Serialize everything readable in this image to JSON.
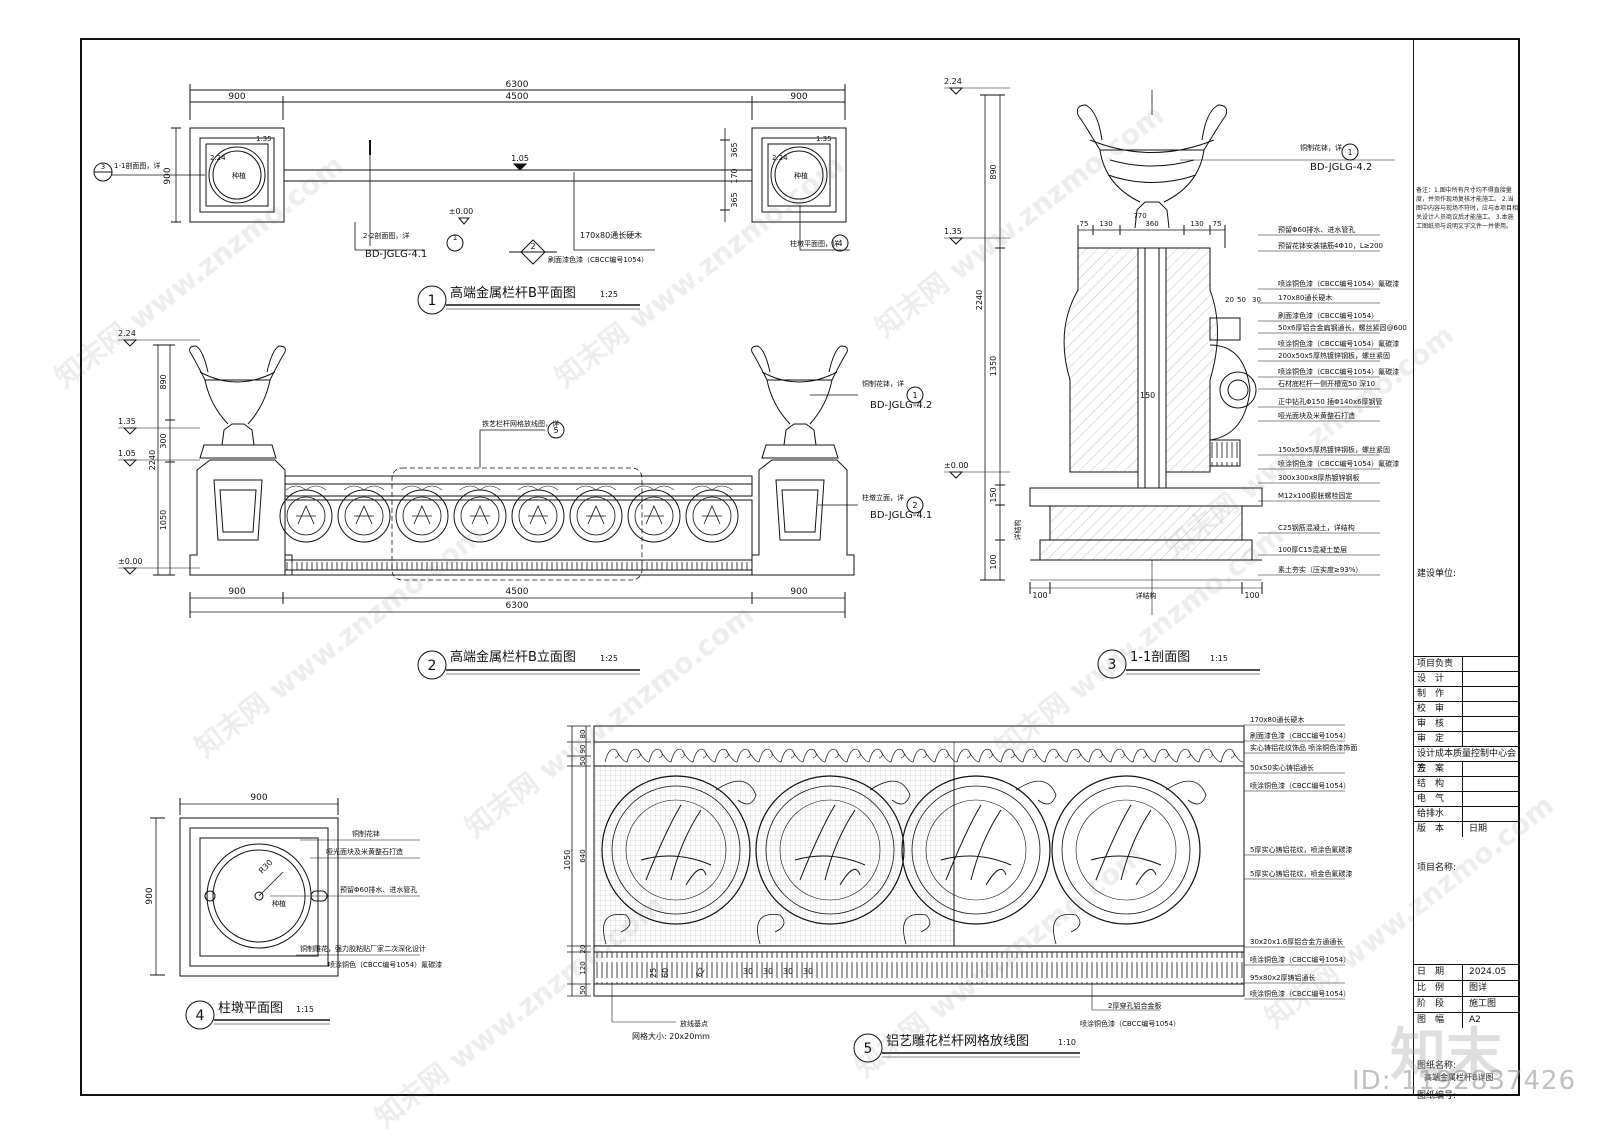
{
  "drawing": {
    "views": {
      "plan": {
        "number": "1",
        "title": "高端金属栏杆B平面图",
        "scale": "1:25"
      },
      "elevation": {
        "number": "2",
        "title": "高端金属栏杆B立面图",
        "scale": "1:25"
      },
      "section": {
        "number": "3",
        "title": "1-1剖面图",
        "scale": "1:15"
      },
      "pier_plan": {
        "number": "4",
        "title": "柱墩平面图",
        "scale": "1:15"
      },
      "grid": {
        "number": "5",
        "title": "铝艺雕花栏杆网格放线图",
        "scale": "1:10"
      }
    },
    "plan_dims": {
      "total": "6300",
      "left": "900",
      "mid": "4500",
      "right": "900",
      "depth": "900",
      "r365a": "365",
      "r170": "170",
      "r365b": "365",
      "level_top": "1.05",
      "level_zero": "±0.00",
      "rail_note": "170x80通长硬木",
      "paint_note": "刷面漆色漆（CBCC编号1054）",
      "ref_sec": "1-1剖面图，详",
      "ref_sec_num": "3",
      "ref_22": "2-2剖面图，详",
      "ref_22_num": "1",
      "ref_22_code": "BD-JGLG-4.1",
      "ref_tri": "2",
      "ref_pier": "柱墩平面图，详",
      "ref_pier_num": "4",
      "r35": "1.35",
      "r224": "2.24",
      "plant": "种植"
    },
    "elev_dims": {
      "h224": "2.24",
      "h135": "1.35",
      "h105": "1.05",
      "h000": "±0.00",
      "d890": "890",
      "d300": "300",
      "d2240": "2240",
      "d1050": "1050",
      "w900l": "900",
      "w4500": "4500",
      "w900r": "900",
      "w6300": "6300",
      "urn_ref": "铜制花钵，详",
      "urn_num": "1",
      "urn_code": "BD-JGLG-4.2",
      "grid_ref": "铁艺栏杆网格放线图，详",
      "grid_num": "5",
      "pier_ref": "柱墩立面，详",
      "pier_num": "2",
      "pier_code": "BD-JGLG-4.1"
    },
    "section_dims": {
      "h224": "2.24",
      "h135": "1.35",
      "h000": "±0.00",
      "d890": "890",
      "d2240": "2240",
      "d1350": "1350",
      "d150": "150",
      "d100": "100",
      "w75": "75",
      "w130a": "130",
      "w360": "360",
      "w130b": "130",
      "w75b": "75",
      "w770": "770",
      "b100l": "100",
      "b100r": "100",
      "b_detail": "详结构",
      "rod150": "150",
      "urn_ref": "铜制花钵，详",
      "urn_num": "1",
      "urn_code": "BD-JGLG-4.2",
      "mid20": "20",
      "mid50": "50",
      "mid30": "30",
      "side_label": "详结构",
      "notes": [
        "预留Φ60排水、进水管孔",
        "预留花钵安装锚筋4Φ10，L≥200",
        "喷涂铜色漆（CBCC编号1054）氟碳漆",
        "170x80通长硬木",
        "刷面漆色漆（CBCC编号1054）",
        "50x6厚铝合金扁钢通长，螺丝紧固@600",
        "喷涂铜色漆（CBCC编号1054）氟碳漆",
        "200x50x5厚热镀锌钢板，螺丝紧固",
        "喷涂铜色漆（CBCC编号1054）氟碳漆",
        "石材底栏杆一侧开槽宽50 深10",
        "正中钻孔Φ150  插Φ140x6厚钢管",
        "哑光面块及米黄整石打造",
        "150x50x5厚热镀锌钢板，螺丝紧固",
        "喷涂铜色漆（CBCC编号1054）氟碳漆",
        "300x300x8厚热镀锌钢板",
        "M12x100膨胀螺栓固定",
        "C25钢筋混凝土，详结构",
        "100厚C15混凝土垫层",
        "素土夯实（压实度≥93%）"
      ]
    },
    "pier_dims": {
      "w900": "900",
      "h900": "900",
      "r30": "R30",
      "plant": "种植",
      "notes": [
        "铜制花钵",
        "哑光面块及米黄整石打造",
        "预留Φ60排水、进水管孔",
        "铜制雕花，强力胶粘贴厂家二次深化设计",
        "喷涂铜色（CBCC编号1054）氟碳漆"
      ]
    },
    "grid_dims": {
      "left": [
        "80",
        "90",
        "50",
        "640",
        "20",
        "120",
        "50"
      ],
      "total": "1050",
      "bottom_small": [
        "30",
        "30",
        "30",
        "30"
      ],
      "label_25": "25",
      "label_60": "60",
      "label_62": "62",
      "fangxian": "放线基点",
      "mesh": "网格大小: 20x20mm",
      "bottom_note1": "2厚穿孔铝合金板",
      "bottom_note2": "喷涂铜色漆（CBCC编号1054）",
      "notes": [
        "170x80通长硬木",
        "刷面漆色漆（CBCC编号1054）",
        "实心铸铝花纹饰品 喷涂铜色漆饰面",
        "50x50实心铸铝通长",
        "喷涂铜色漆（CBCC编号1054）",
        "5厚实心铸铝花纹，喷涂色氟碳漆",
        "5厚实心铸铝花纹，喷金色氟碳漆",
        "30x20x1.6厚铝合金方通通长",
        "喷涂铜色漆（CBCC编号1054）",
        "95x80x2厚铸铝通长",
        "喷涂铜色漆（CBCC编号1054）"
      ]
    }
  },
  "title_block": {
    "notes": "备注：1.图中所有尺寸均不得直接量度，并须作现场复核才能施工。 2.当图中内容与现场不符时，应与本项目相关设计人员商议后才能施工。 3.本施工图纸须与说明文字文件一并使用。",
    "client_label": "建设单位:",
    "rows": [
      "项目负责",
      "设　计",
      "制　作",
      "校　审",
      "审　核",
      "审　定"
    ],
    "cost_label": "设计成本质量控制中心会签",
    "rows2": [
      "方　案",
      "结　构",
      "电　气",
      "给排水"
    ],
    "version_label": "版　本",
    "date_label": "日期",
    "project_label": "项目名称:",
    "info": [
      {
        "k": "日　期",
        "v": "2024.05"
      },
      {
        "k": "比　例",
        "v": "图详"
      },
      {
        "k": "阶　段",
        "v": "施工图"
      },
      {
        "k": "图　幅",
        "v": "A2"
      }
    ],
    "drawing_name_label": "图纸名称:",
    "drawing_name": "高端金属栏杆B详图",
    "drawing_no_label": "图纸编号:"
  },
  "watermark": {
    "text": "知末网 www.znzmo.com",
    "logo": "知末",
    "id": "ID: 1192837426"
  }
}
